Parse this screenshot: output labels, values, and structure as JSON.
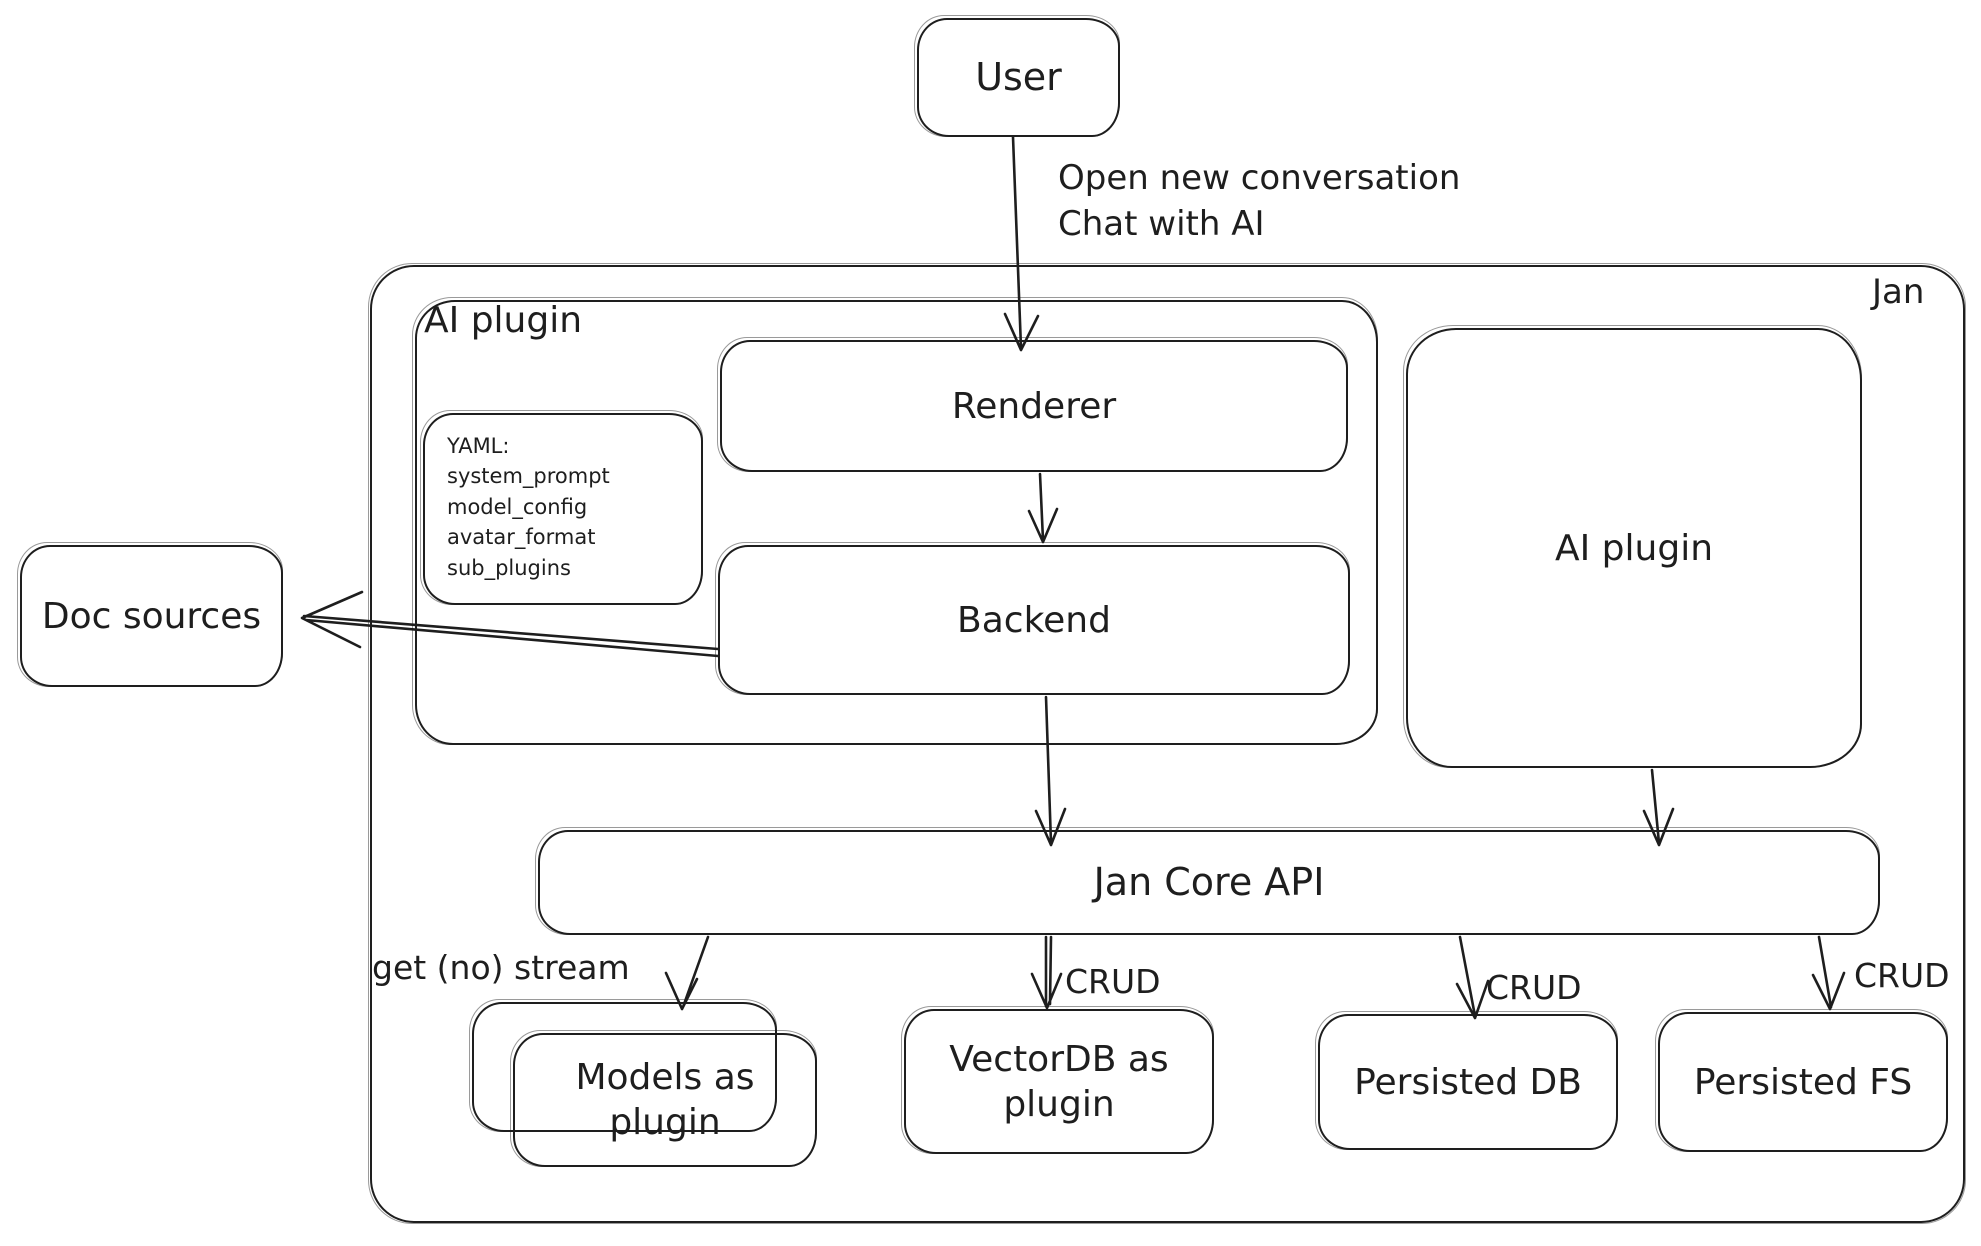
{
  "colors": {
    "stroke": "#1e1e1e",
    "background": "#ffffff"
  },
  "nodes": {
    "user": "User",
    "jan": "Jan",
    "ai_plugin_left": "AI plugin",
    "renderer": "Renderer",
    "backend": "Backend",
    "doc_sources": "Doc sources",
    "ai_plugin_right": "AI plugin",
    "jan_core_api": "Jan Core API",
    "models_as_plugin": "Models as plugin",
    "vectordb_as_plugin": "VectorDB as plugin",
    "persisted_db": "Persisted DB",
    "persisted_fs": "Persisted FS"
  },
  "yaml_note": {
    "lines": [
      "YAML:",
      "system_prompt",
      "model_config",
      "avatar_format",
      "sub_plugins"
    ]
  },
  "edge_labels": {
    "user_flow_line1": "Open new conversation",
    "user_flow_line2": "Chat with AI",
    "get_stream": "get (no) stream",
    "crud_vectordb": "CRUD",
    "crud_persisted_db": "CRUD",
    "crud_persisted_fs": "CRUD"
  }
}
